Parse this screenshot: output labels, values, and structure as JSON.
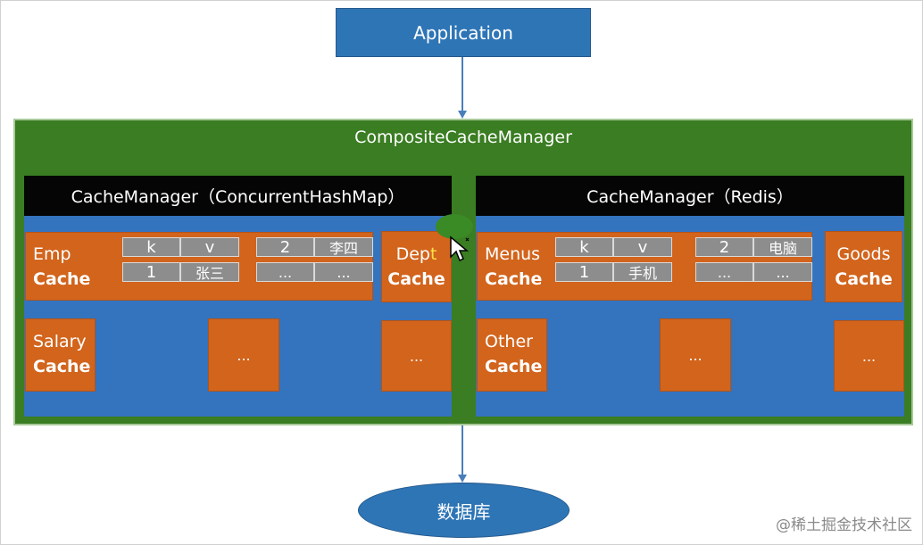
{
  "application": {
    "label": "Application"
  },
  "composite": {
    "title": "CompositeCacheManager"
  },
  "left_manager": {
    "title": "CacheManager（ConcurrentHashMap）",
    "emp": {
      "line1": "Emp",
      "line2": "Cache"
    },
    "emp_table": [
      [
        "k",
        "v",
        "2",
        "李四"
      ],
      [
        "1",
        "张三",
        "...",
        "..."
      ]
    ],
    "dept": {
      "line1_main": "Dep",
      "line1_highlight": "t",
      "line2": "Cache"
    },
    "salary": {
      "line1": "Salary",
      "line2": "Cache"
    },
    "ellipsis_a": "...",
    "ellipsis_b": "..."
  },
  "right_manager": {
    "title": "CacheManager（Redis）",
    "menus": {
      "line1": "Menus",
      "line2": "Cache"
    },
    "menus_table": [
      [
        "k",
        "v",
        "2",
        "电脑"
      ],
      [
        "1",
        "手机",
        "...",
        "..."
      ]
    ],
    "goods": {
      "line1": "Goods",
      "line2": "Cache"
    },
    "other": {
      "line1": "Other",
      "line2": "Cache"
    },
    "ellipsis_a": "...",
    "ellipsis_b": "..."
  },
  "database": {
    "label": "数据库"
  },
  "watermark": "@稀土掘金技术社区",
  "colors": {
    "blue_box": "#2e75b6",
    "green_container": "#3a7d22",
    "manager_blue": "#3473be",
    "cache_orange": "#d2641c",
    "cell_gray": "#8d8d8d",
    "header_black": "#050505"
  },
  "icons": [
    "cursor-move-icon"
  ]
}
